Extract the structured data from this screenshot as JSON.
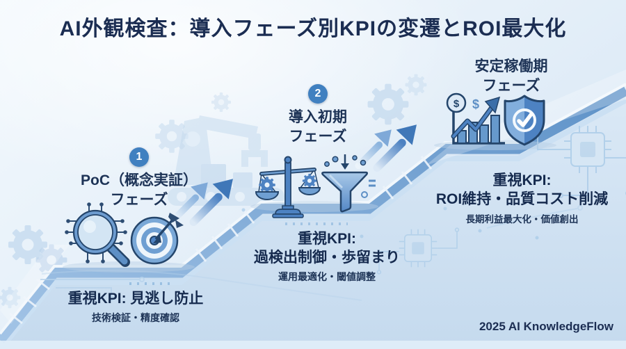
{
  "title": "AI外観検査：導入フェーズ別KPIの変遷とROI最大化",
  "phases": [
    {
      "badge": "1",
      "name": [
        "PoC（概念実証）",
        "フェーズ"
      ],
      "kpi": [
        "重視KPI: 見逃し防止"
      ],
      "sub": "技術検証・精度確認",
      "icons": [
        "ai-magnifier-icon",
        "target-icon"
      ]
    },
    {
      "badge": "2",
      "name": [
        "導入初期",
        "フェーズ"
      ],
      "kpi": [
        "重視KPI:",
        "過検出制御・歩留まり"
      ],
      "sub": "運用最適化・閾値調整",
      "icons": [
        "balance-scale-icon",
        "funnel-icon"
      ]
    },
    {
      "badge": "",
      "name": [
        "安定稼働期",
        "フェーズ"
      ],
      "kpi": [
        "重視KPI:",
        "ROI維持・品質コスト削減"
      ],
      "sub": "長期利益最大化・価値創出",
      "icons": [
        "roi-chart-icon",
        "shield-check-icon"
      ]
    }
  ],
  "footer": "2025 AI KnowledgeFlow",
  "decor": {
    "dollar": "$"
  },
  "colors": {
    "title_text": "#1b2d52",
    "body_text": "#152a4e",
    "badge_blue": "#4080c0",
    "band_blue": "#6f9fd4",
    "icon_navy": "#24456b",
    "icon_steel_blue": "#6699cc",
    "background_top": "#f3f9fd",
    "background_bottom": "#d2e3f3"
  }
}
